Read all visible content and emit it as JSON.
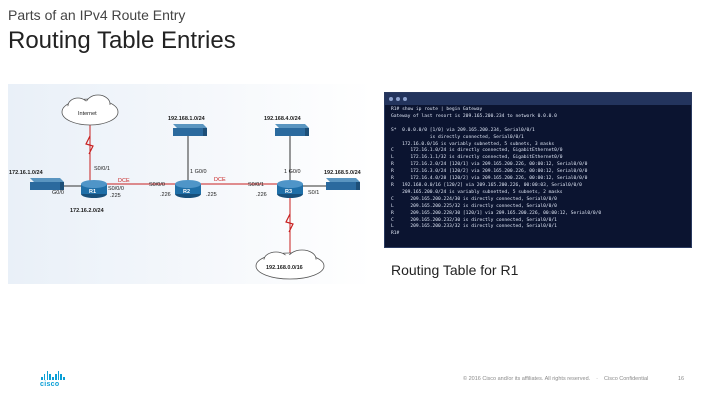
{
  "header": {
    "subtitle": "Parts of an IPv4 Route Entry",
    "title": "Routing Table Entries"
  },
  "topology": {
    "internet_label": "Internet",
    "lan_top_left": "192.168.1.0/24",
    "lan_top_right": "192.168.4.0/24",
    "lan_left": "172.16.1.0/24",
    "lan_right": "192.168.5.0/24",
    "wan_cloud": "192.168.0.0/16",
    "subnet_bottom": "172.16.2.0/24",
    "routers": [
      "R1",
      "R2",
      "R3"
    ],
    "interfaces": {
      "r1_s001_top": "S0/0/1",
      "r1_g000": "G0/0",
      "r1_s000": "S0/0/0",
      "r1_g000_ip": ".225",
      "r1_dce": "DCE",
      "r2_s000": "S0/0/0",
      "r2_g0": "1 G0/0",
      "r2_ip_a": ".226",
      "r2_ip_b": ".225",
      "r2_dce": "DCE",
      "r3_g000": "1 G0/0",
      "r3_s001": "S0/0/1",
      "r3_ip": ".226",
      "r3_right": "S0/1"
    }
  },
  "terminal": {
    "lines": [
      "R1# show ip route | begin Gateway",
      "Gateway of last resort is 209.165.200.234 to network 0.0.0.0",
      "",
      "S*  0.0.0.0/0 [1/0] via 209.165.200.234, Serial0/0/1",
      "              is directly connected, Serial0/0/1",
      "    172.16.0.0/16 is variably subnetted, 5 subnets, 3 masks",
      "C      172.16.1.0/24 is directly connected, GigabitEthernet0/0",
      "L      172.16.1.1/32 is directly connected, GigabitEthernet0/0",
      "R      172.16.2.0/24 [120/1] via 209.165.200.226, 00:00:12, Serial0/0/0",
      "R      172.16.3.0/24 [120/2] via 209.165.200.226, 00:00:12, Serial0/0/0",
      "R      172.16.4.0/28 [120/2] via 209.165.200.226, 00:00:12, Serial0/0/0",
      "R   192.168.0.0/16 [120/2] via 209.165.200.226, 00:00:03, Serial0/0/0",
      "    209.165.200.0/24 is variably subnetted, 5 subnets, 2 masks",
      "C      209.165.200.224/30 is directly connected, Serial0/0/0",
      "L      209.165.200.225/32 is directly connected, Serial0/0/0",
      "R      209.165.200.228/30 [120/1] via 209.165.200.226, 00:00:12, Serial0/0/0",
      "C      209.165.200.232/30 is directly connected, Serial0/0/1",
      "L      209.165.200.233/32 is directly connected, Serial0/0/1",
      "R1#"
    ]
  },
  "caption": "Routing Table for R1",
  "logo": {
    "text": "cisco"
  },
  "footer": {
    "copyright": "© 2016 Cisco and/or its affiliates. All rights reserved.",
    "classification": "Cisco Confidential",
    "page_number": "16"
  },
  "colors": {
    "router_blue": "#1f6fa8",
    "serial_red": "#c82020",
    "terminal_bg": "#0b1430",
    "cisco_blue": "#0a9fd6"
  }
}
